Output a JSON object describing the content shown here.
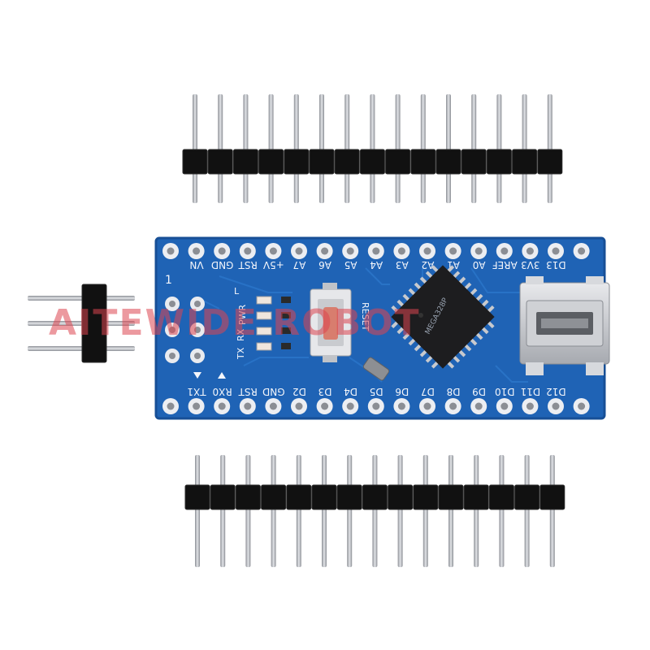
{
  "board": {
    "top_labels": [
      "VN",
      "GND",
      "RST",
      "+5V",
      "A7",
      "A6",
      "A5",
      "A4",
      "A3",
      "A2",
      "A1",
      "A0",
      "AREF",
      "3V3",
      "D13"
    ],
    "bottom_labels": [
      "TX1",
      "RX0",
      "RST",
      "GND",
      "D2",
      "D3",
      "D4",
      "D5",
      "D6",
      "D7",
      "D8",
      "D9",
      "D10",
      "D11",
      "D12"
    ],
    "pin1_marker": "1",
    "reset_label": "RESET",
    "led_labels": [
      "L",
      "PWR",
      "TX",
      "RX"
    ],
    "chip_marking": "MEGA328P",
    "colors": {
      "pcb": "#1f63b5",
      "pcb_edge": "#174f96",
      "silk": "#f4f6fb",
      "header_body": "#111111",
      "pin_metal": "#b9bcc2"
    }
  },
  "watermark": {
    "text": "AITEWIDE ROBOT",
    "color": "#dc4650"
  },
  "headers": {
    "top_pin_count": 15,
    "bottom_pin_count": 15,
    "side_header_pins": 3
  }
}
